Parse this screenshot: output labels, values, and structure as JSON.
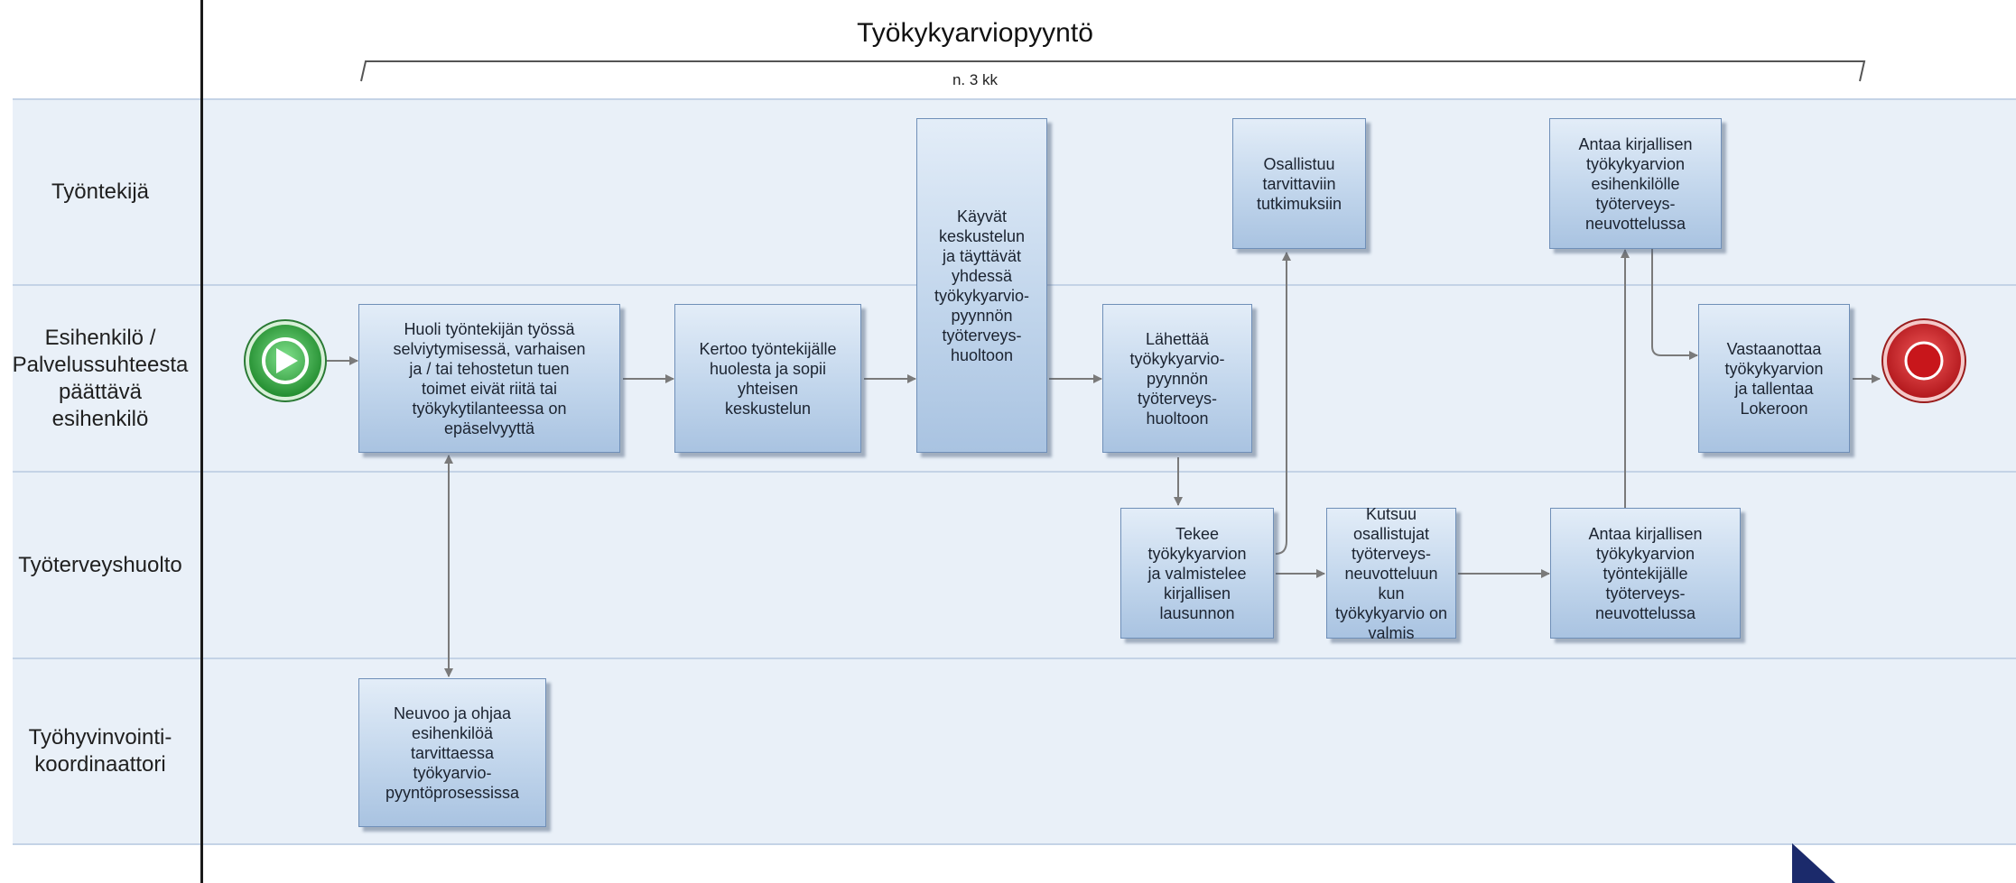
{
  "header": {
    "title": "Työkykyarviopyyntö",
    "duration": "n. 3 kk"
  },
  "lanes": [
    {
      "label": "Työntekijä"
    },
    {
      "label": "Esihenkilö /\nPalvelussuhteesta\npäättävä\nesihenkilö"
    },
    {
      "label": "Työterveyshuolto"
    },
    {
      "label": "Työhyvinvointi-\nkoordinaattori"
    }
  ],
  "steps": {
    "huoli": "Huoli työntekijän työssä\nselviytymisessä, varhaisen\nja / tai tehostetun tuen\ntoimet eivät riitä tai\ntyökykytilanteessa on\nepäselvyyttä",
    "kertoo": "Kertoo työntekijälle\nhuolesta ja sopii\nyhteisen\nkeskustelun",
    "kayvat": "Käyvät\nkeskustelun\nja täyttävät\nyhdessä\ntyökykyarvio-\npyynnön\ntyöterveys-\nhuoltoon",
    "lahettaa": "Lähettää\ntyökykyarvio-\npyynnön\ntyöterveys-\nhuoltoon",
    "osallistuu": "Osallistuu\ntarvittaviin\ntutkimuksiin",
    "antaa_esihenkilolle": "Antaa kirjallisen\ntyökykyarvion\nesihenkilölle\ntyöterveys-\nneuvottelussa",
    "vastaanottaa": "Vastaanottaa\ntyökykyarvion\nja tallentaa\nLokeroon",
    "tekee": "Tekee\ntyökykyarvion\nja valmistelee\nkirjallisen\nlausunnon",
    "kutsuu": "Kutsuu osallistujat\ntyöterveys-\nneuvotteluun kun\ntyökykyarvio on\nvalmis",
    "antaa_tyontekijalle": "Antaa kirjallisen\ntyökykyarvion\ntyöntekijälle\ntyöterveys-\nneuvottelussa",
    "neuvoo": "Neuvoo ja ohjaa\nesihenkilöä\ntarvittaessa\ntyökyarvio-\npyyntöprosessissa"
  },
  "events": {
    "start": "start-event",
    "end": "end-event"
  },
  "colors": {
    "lane_bg": "#e9f0f8",
    "box_fill": "#c2d6ec",
    "box_border": "#6f8fb8",
    "start_green": "#2e9e3c",
    "end_red": "#d11f24",
    "connector": "#7a7a7a",
    "corner_mark": "#1b2a6b"
  }
}
